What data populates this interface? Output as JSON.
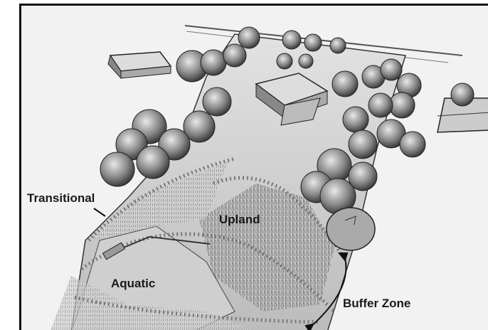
{
  "zone_labels": {
    "transitional": "Transitional",
    "upland": "Upland",
    "aquatic": "Aquatic",
    "buffer_zone": "Buffer Zone"
  },
  "colors": {
    "ink": "#1a1a1a",
    "paper": "#f4f4f4",
    "foliage": "#4a4a4a",
    "water": "#bdbdbd"
  }
}
